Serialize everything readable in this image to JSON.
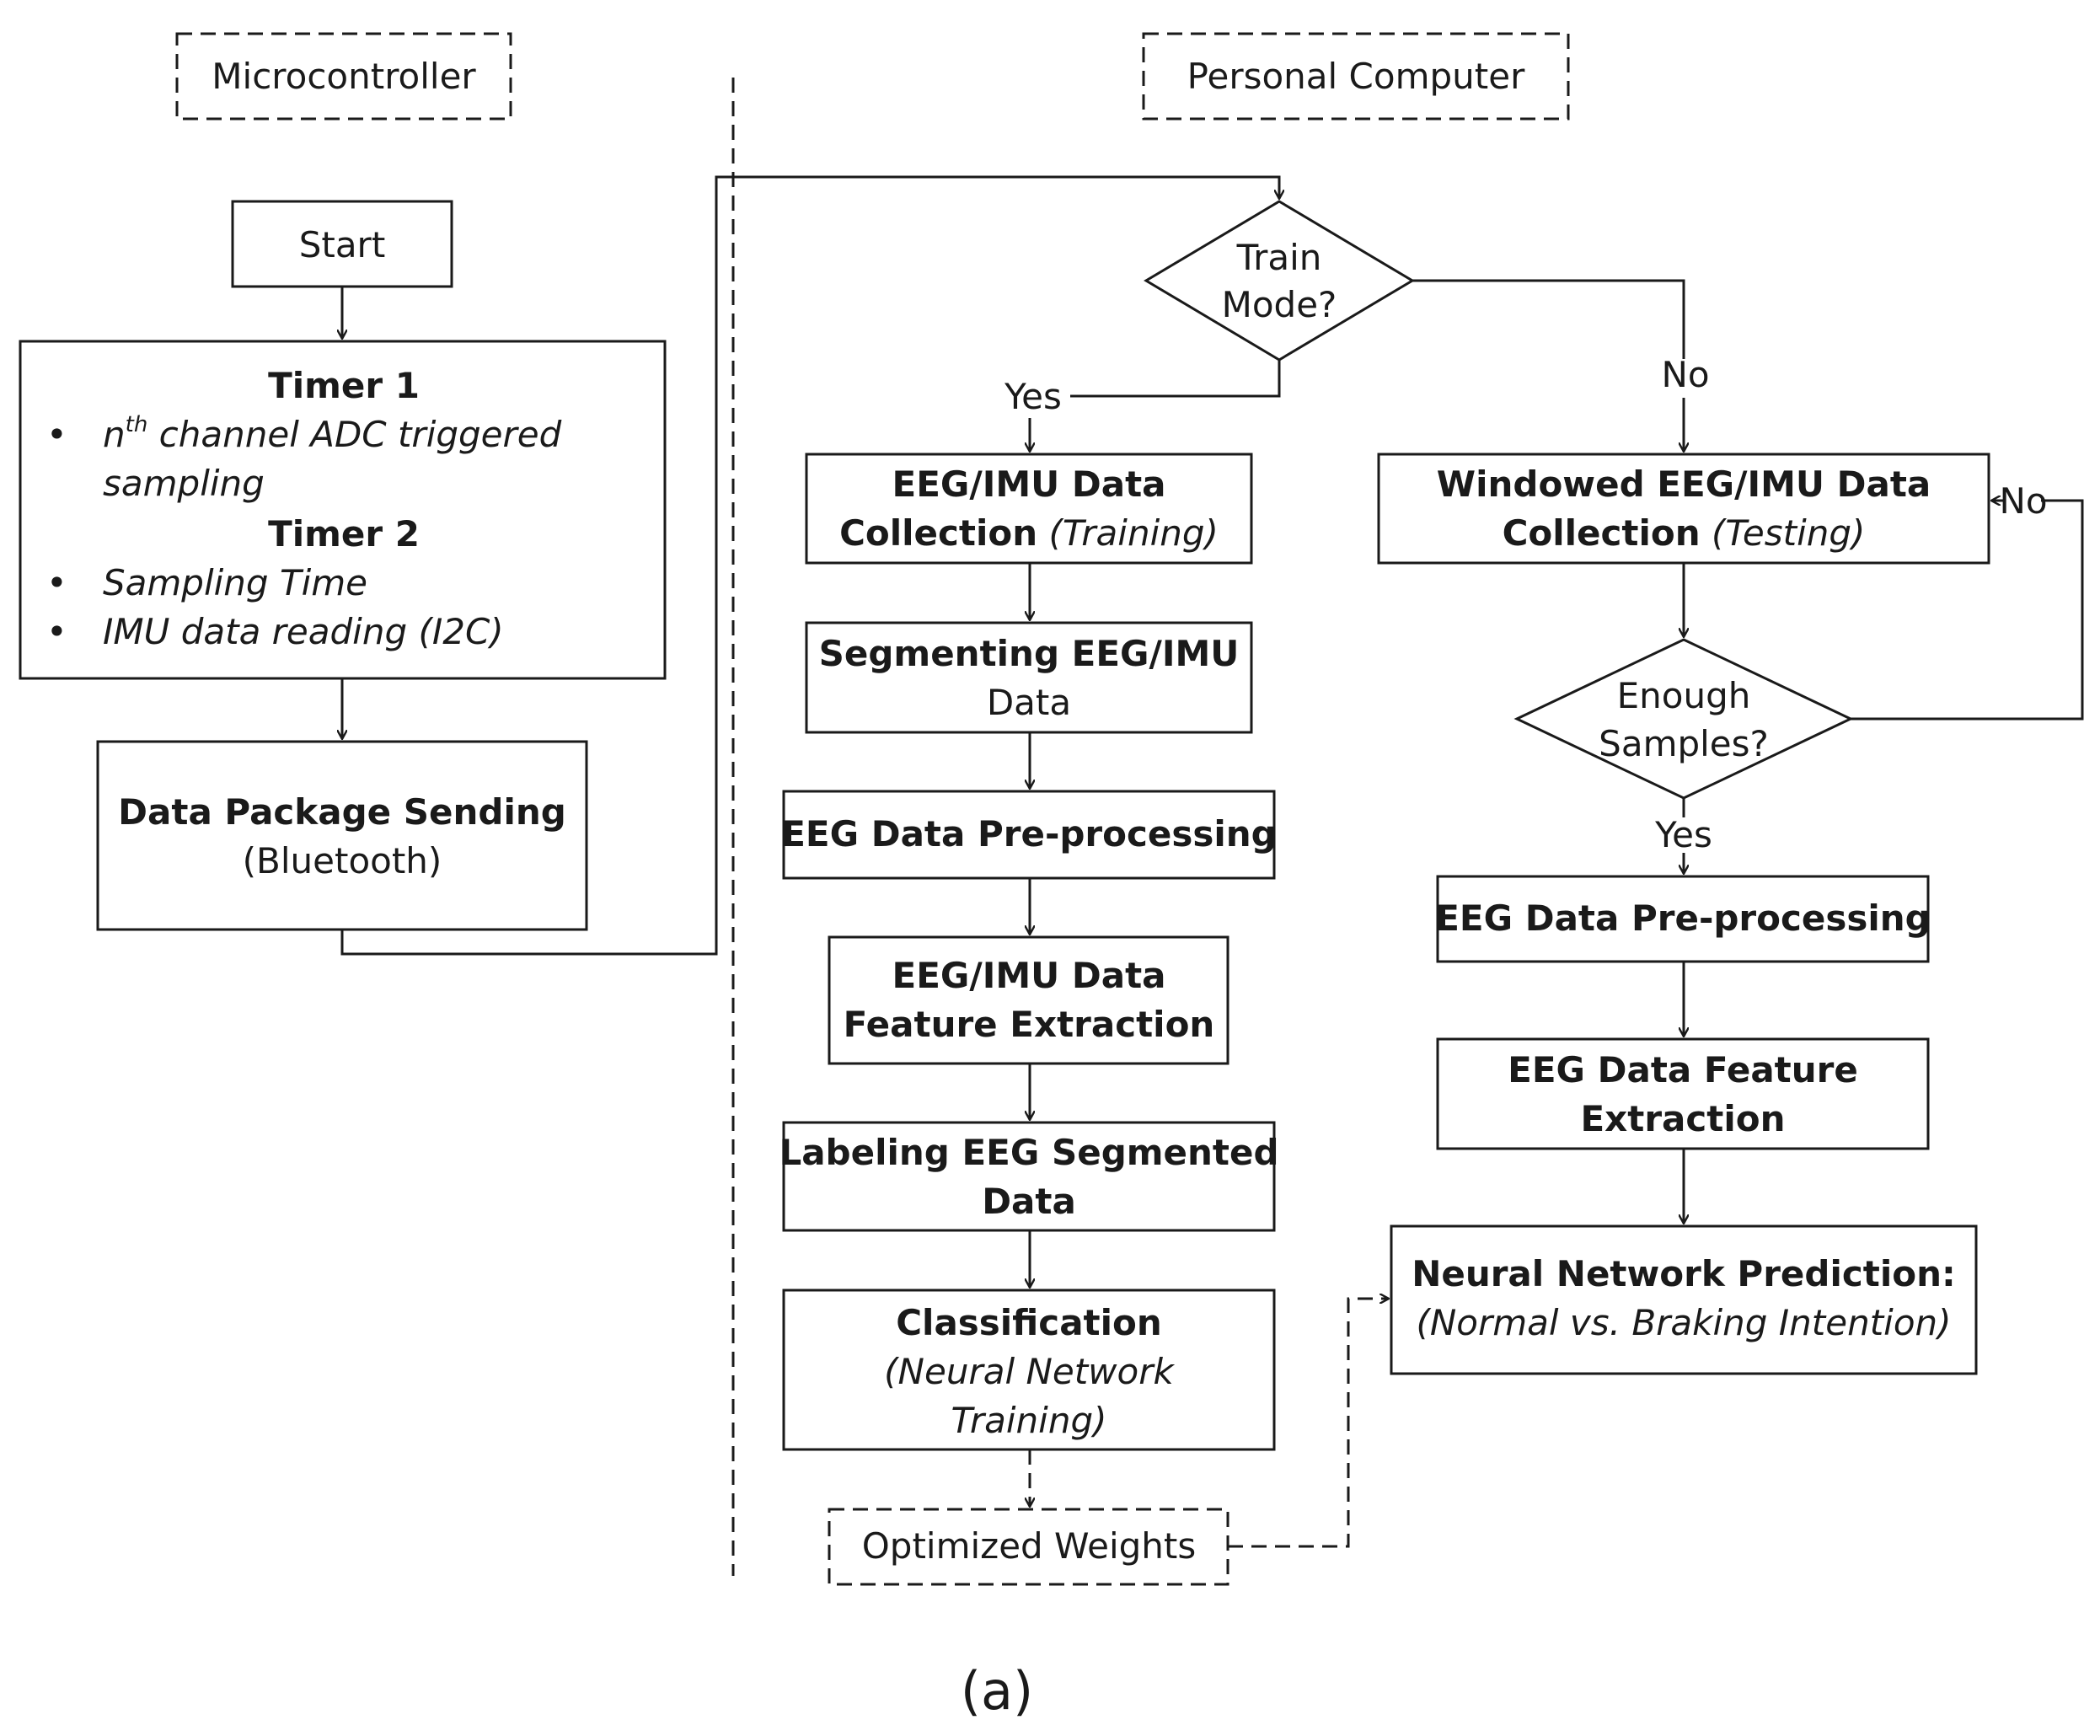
{
  "headers": {
    "microcontroller": "Microcontroller",
    "personal_computer": "Personal Computer"
  },
  "start": "Start",
  "timer_box": {
    "timer1_title": "Timer 1",
    "timer1_item_n": "n",
    "timer1_item_sup": "th",
    "timer1_item_rest": " channel ADC triggered",
    "timer1_item_line2": "sampling",
    "timer2_title": "Timer 2",
    "timer2_item1": "Sampling Time",
    "timer2_item2": "IMU data reading (I2C)",
    "bullet": "•"
  },
  "data_package": {
    "line1": "Data Package Sending",
    "line2": "(Bluetooth)"
  },
  "train_mode": {
    "line1": "Train",
    "line2": "Mode?"
  },
  "yes_label_1": "Yes",
  "no_label_1": "No",
  "training_branch": {
    "collection_line1": "EEG/IMU Data",
    "collection_line2_bold": "Collection",
    "collection_line2_italic": " (Training)",
    "segmenting_line1": "Segmenting EEG/IMU",
    "segmenting_line2": "Data",
    "preprocessing": "EEG Data Pre-processing",
    "feature_line1": "EEG/IMU Data",
    "feature_line2": "Feature Extraction",
    "labeling_line1": "Labeling EEG Segmented",
    "labeling_line2": "Data",
    "classification_line1": "Classification",
    "classification_line2": "(Neural Network",
    "classification_line3": "Training)",
    "optimized_weights": "Optimized Weights"
  },
  "testing_branch": {
    "collection_line1": "Windowed EEG/IMU Data",
    "collection_line2_bold": "Collection",
    "collection_line2_italic": " (Testing)",
    "enough_line1": "Enough",
    "enough_line2": "Samples?",
    "yes_label": "Yes",
    "no_label": "No",
    "preprocessing": "EEG Data Pre-processing",
    "feature_line1": "EEG Data Feature",
    "feature_line2": "Extraction",
    "prediction_line1": "Neural Network Prediction:",
    "prediction_line2": "(Normal vs. Braking Intention)"
  },
  "caption": "(a)"
}
